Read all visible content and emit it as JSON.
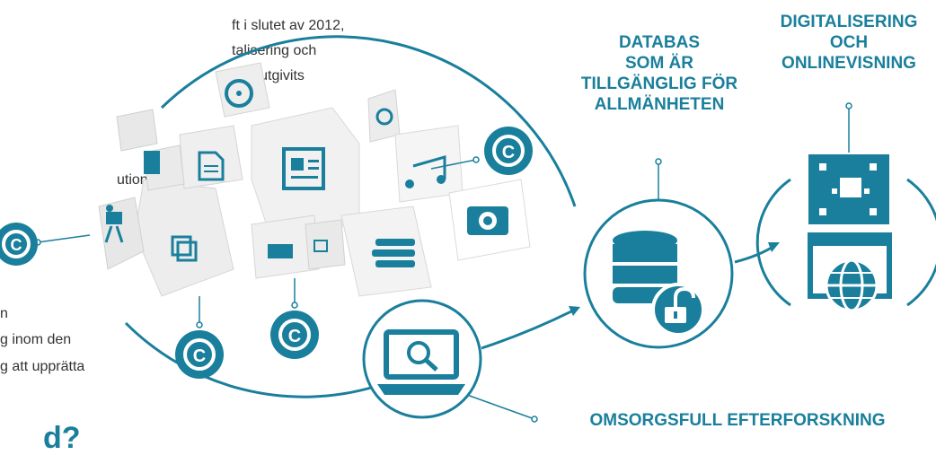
{
  "text": {
    "p1_l1": "ft i slutet av 2012,",
    "p1_l2": "talisering och",
    "p1_l3": "orst utgivits",
    "p2_l1": "utioner",
    "p3_l1": "n",
    "p3_l2": "g inom den",
    "p3_l3": "g att upprätta",
    "bottom_partial": "d?"
  },
  "labels": {
    "database": [
      "DATABAS",
      "SOM ÄR",
      "TILLGÄNGLIG FÖR",
      "ALLMÄNHETEN"
    ],
    "digital": [
      "DIGITALISERING",
      "OCH",
      "ONLINEVISNING"
    ],
    "search": "OMSORGSFULL EFTERFORSKNING"
  },
  "colors": {
    "accent": "#1a7f9c",
    "text": "#333333"
  },
  "icons": [
    "copyright-icon",
    "film-reel-icon",
    "document-icon",
    "newspaper-icon",
    "music-note-icon",
    "camera-icon",
    "books-icon",
    "video-camera-icon",
    "laptop-search-icon",
    "database-icon",
    "unlock-icon",
    "qr-code-icon",
    "browser-globe-icon"
  ]
}
